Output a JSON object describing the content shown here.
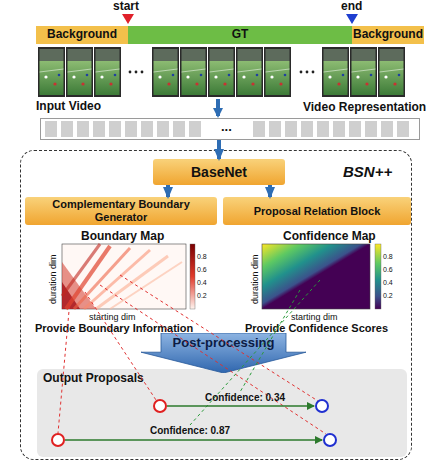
{
  "diagram": {
    "nodes": [
      {
        "text": [
          "Background"
        ]
      },
      {
        "text": [
          "GT"
        ]
      },
      {
        "text": [
          "Background"
        ]
      },
      {
        "text": [
          "Video Representation",
          "..."
        ]
      },
      {
        "text": [
          "BSN++"
        ]
      },
      {
        "text": [
          "BaseNet"
        ],
        "in": 4
      },
      {
        "text": [
          "Complementary Boundary Generator"
        ],
        "in": 4
      },
      {
        "text": [
          "Proposal Relation Block"
        ],
        "in": 4
      },
      {
        "text": [
          "Boundary Map",
          "duration dim",
          "starting dim",
          "Provide Boundary Information"
        ],
        "in": 4
      },
      {
        "text": [
          "Confidence Map",
          "duration dim",
          "starting dim",
          "Provide Confidence Scores"
        ],
        "in": 4
      },
      {
        "text": [
          "Post-processing"
        ],
        "in": 4
      },
      {
        "text": [
          "Output Proposals"
        ],
        "in": 4
      }
    ],
    "edges": [
      {
        "from": 3,
        "to": 5,
        "arrow": "to"
      },
      {
        "from": 5,
        "to": 6,
        "arrow": "to"
      },
      {
        "from": 5,
        "to": 7,
        "arrow": "to"
      }
    ],
    "labels": [
      "start",
      "end",
      "Input Video",
      "Confidence: 0.34",
      "Confidence: 0.87",
      "0.8",
      "0.6",
      "0.4",
      "0.2",
      "0.8",
      "0.6",
      "0.4",
      "0.2"
    ]
  }
}
